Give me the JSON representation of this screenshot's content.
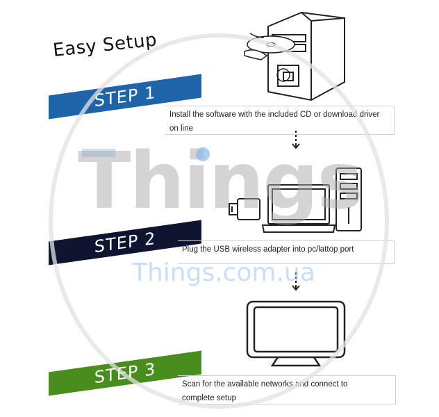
{
  "title": "Easy Setup",
  "steps": [
    {
      "label": "STEP 1",
      "text_line1": "Install the software with the included CD or download driver",
      "text_line2": "on line",
      "color": "#1f63a8"
    },
    {
      "label": "STEP 2",
      "text_line1": "Plug the USB wireless adapter into pc/lattop port",
      "color": "#0f1430"
    },
    {
      "label": "STEP 3",
      "text_line1": "Scan for the available networks and connect to",
      "text_line2": "complete setup",
      "color": "#4a8d1f"
    }
  ],
  "watermark": {
    "main": "Things",
    "url": "Things.com.ua"
  },
  "icons": [
    "pc-tower-cd-icon",
    "usb-adapter-icon",
    "laptop-icon",
    "pc-tower-icon",
    "monitor-icon",
    "down-arrow-icon"
  ]
}
